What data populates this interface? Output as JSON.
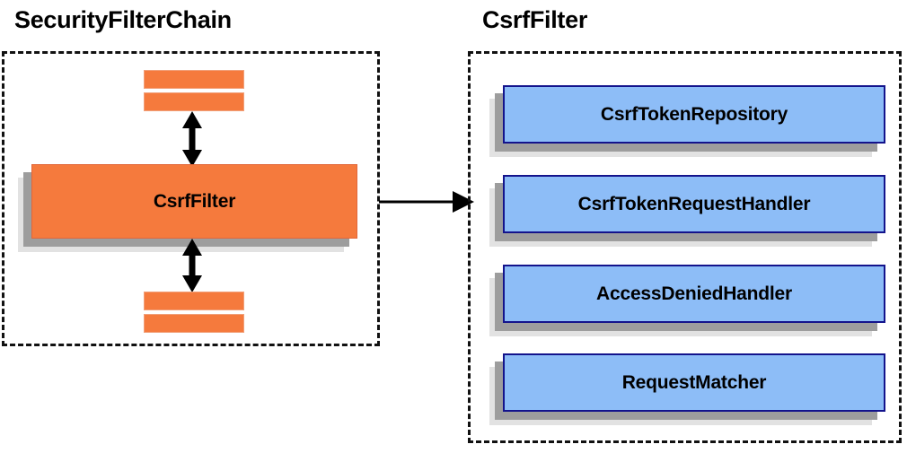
{
  "diagram": {
    "type": "component-collaboration-diagram",
    "background_color": "#ffffff",
    "palette": {
      "orange_fill": "#f57a3d",
      "orange_border": "#e2673a",
      "blue_fill": "#8dbdf7",
      "blue_border": "#13138c",
      "shadow_near": "#9d9d9d",
      "shadow_far": "#e2e2e2",
      "outline": "#111111",
      "text": "#000000"
    }
  },
  "left_panel": {
    "title": "SecurityFilterChain",
    "border_style": "dashed",
    "top_bars": [
      {
        "label": ""
      },
      {
        "label": ""
      }
    ],
    "main_node": {
      "label": "CsrfFilter",
      "fill": "#f57a3d"
    },
    "bottom_bars": [
      {
        "label": ""
      },
      {
        "label": ""
      }
    ],
    "arrows": [
      {
        "name": "top-bidirectional-arrow",
        "direction": "both",
        "orientation": "vertical"
      },
      {
        "name": "bottom-bidirectional-arrow",
        "direction": "both",
        "orientation": "vertical"
      }
    ]
  },
  "connector": {
    "name": "csrffilter-detail-arrow",
    "direction": "right",
    "from": "CsrfFilter",
    "to": "CsrfFilter"
  },
  "right_panel": {
    "title": "CsrfFilter",
    "border_style": "dashed",
    "nodes": [
      {
        "label": "CsrfTokenRepository",
        "fill": "#8dbdf7"
      },
      {
        "label": "CsrfTokenRequestHandler",
        "fill": "#8dbdf7"
      },
      {
        "label": "AccessDeniedHandler",
        "fill": "#8dbdf7"
      },
      {
        "label": "RequestMatcher",
        "fill": "#8dbdf7"
      }
    ]
  }
}
